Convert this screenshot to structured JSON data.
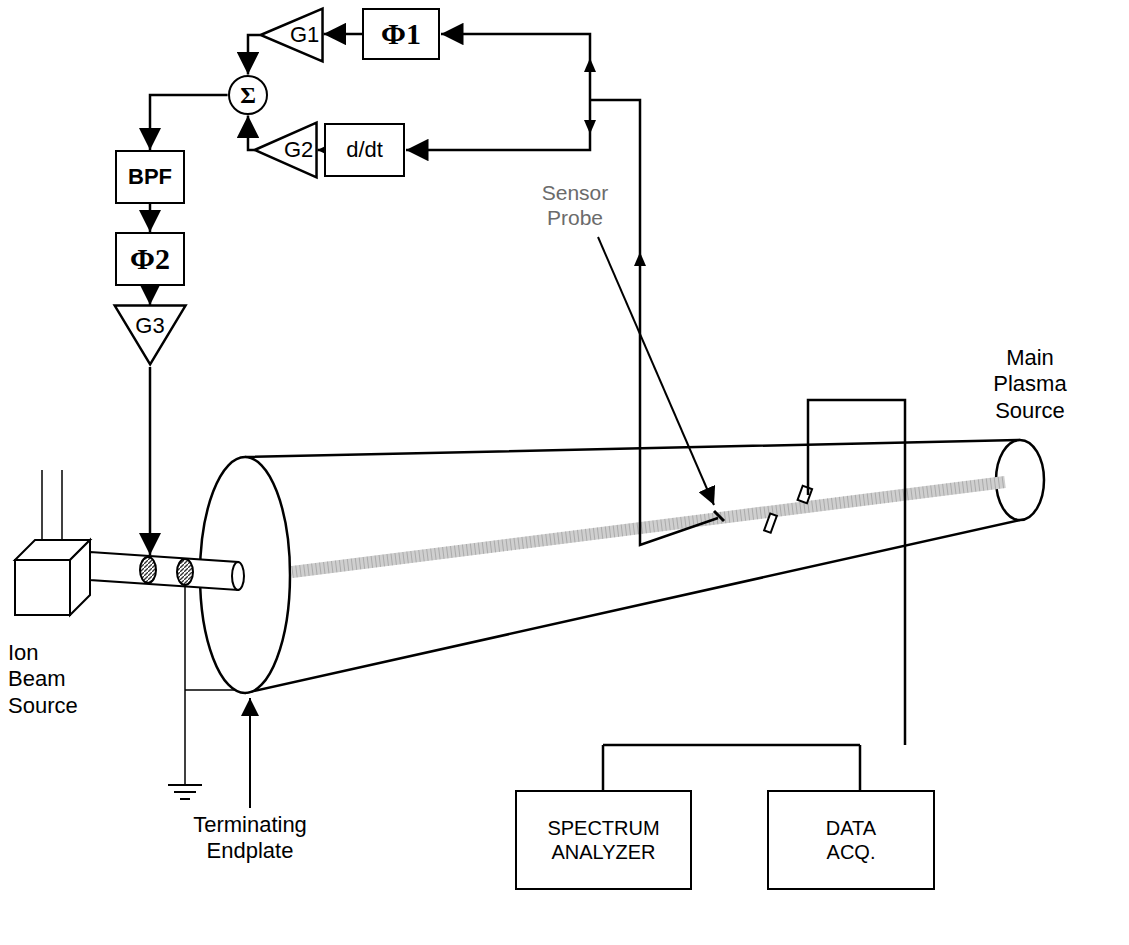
{
  "diagram": {
    "nodes": [
      {
        "text": [
          "Φ1"
        ]
      },
      {
        "text": [
          "G1"
        ]
      },
      {
        "text": [
          "Σ"
        ]
      },
      {
        "text": [
          "d/dt"
        ]
      },
      {
        "text": [
          "G2"
        ]
      },
      {
        "text": [
          "BPF"
        ]
      },
      {
        "text": [
          "Φ2"
        ]
      },
      {
        "text": [
          "G3"
        ]
      },
      {
        "text": [
          "SPECTRUM ANALYZER"
        ]
      },
      {
        "text": [
          "DATA ACQ."
        ]
      }
    ],
    "edges": [
      {
        "from": 0,
        "to": 1,
        "arrow": "to"
      },
      {
        "from": 1,
        "to": 2,
        "arrow": "to"
      },
      {
        "from": 3,
        "to": 4,
        "arrow": "to"
      },
      {
        "from": 4,
        "to": 2,
        "arrow": "to"
      },
      {
        "from": 2,
        "to": 5,
        "arrow": "to"
      },
      {
        "from": 5,
        "to": 6,
        "arrow": "to"
      },
      {
        "from": 6,
        "to": 7,
        "arrow": "to"
      }
    ],
    "labels": [
      "Sensor Probe",
      "Main Plasma Source",
      "Ion Beam Source",
      "Terminating Endplate"
    ]
  }
}
